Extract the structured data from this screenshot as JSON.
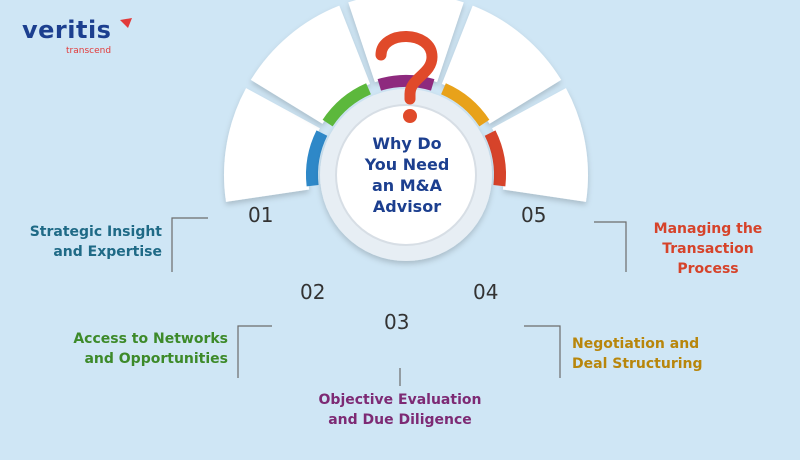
{
  "brand": {
    "name": "veritis",
    "tagline": "transcend"
  },
  "center": {
    "lines": [
      "Why Do",
      "You Need",
      "an M&A",
      "Advisor"
    ]
  },
  "steps": [
    {
      "num": "01",
      "lines": [
        "Strategic Insight",
        "and Expertise"
      ],
      "color": "#2e88c8",
      "text_color": "#1f6a86"
    },
    {
      "num": "02",
      "lines": [
        "Access to Networks",
        "and Opportunities"
      ],
      "color": "#5cb83c",
      "text_color": "#3d8a2a"
    },
    {
      "num": "03",
      "lines": [
        "Objective Evaluation",
        "and Due Diligence"
      ],
      "color": "#8e2a7e",
      "text_color": "#7d2a74"
    },
    {
      "num": "04",
      "lines": [
        "Negotiation and",
        "Deal Structuring"
      ],
      "color": "#e8a21a",
      "text_color": "#b8860b"
    },
    {
      "num": "05",
      "lines": [
        "Managing the",
        "Transaction",
        "Process"
      ],
      "color": "#d6432a",
      "text_color": "#d6432a"
    }
  ],
  "colors": {
    "background": "#cfe6f5",
    "question_mark": "#e04a2a",
    "center_text": "#1c3f8f"
  }
}
